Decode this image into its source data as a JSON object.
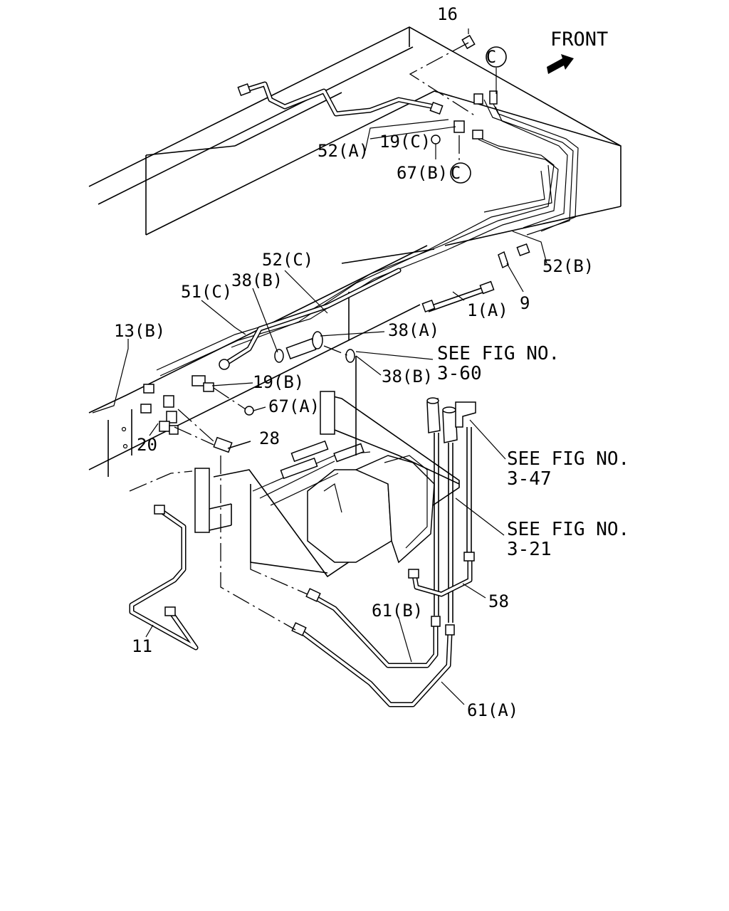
{
  "orientation": {
    "front_label": "FRONT"
  },
  "callouts": {
    "c16": "16",
    "c52a": "52(A)",
    "c19c": "19(C)",
    "c67b": "67(B)",
    "c52b": "52(B)",
    "c9": "9",
    "c1a": "1(A)",
    "c52c": "52(C)",
    "c38b_top": "38(B)",
    "c51c": "51(C)",
    "c38a": "38(A)",
    "c13b": "13(B)",
    "c38b_bot": "38(B)",
    "c19b": "19(B)",
    "c67a": "67(A)",
    "c28": "28",
    "c20": "20",
    "c11": "11",
    "c58": "58",
    "c61b": "61(B)",
    "c61a": "61(A)"
  },
  "circle_refs": {
    "top": "C",
    "bottom": "C"
  },
  "references": {
    "fig_3_60_line1": "SEE FIG NO.",
    "fig_3_60_line2": "3-60",
    "fig_3_47_line1": "SEE FIG NO.",
    "fig_3_47_line2": "3-47",
    "fig_3_21_line1": "SEE FIG NO.",
    "fig_3_21_line2": "3-21"
  }
}
